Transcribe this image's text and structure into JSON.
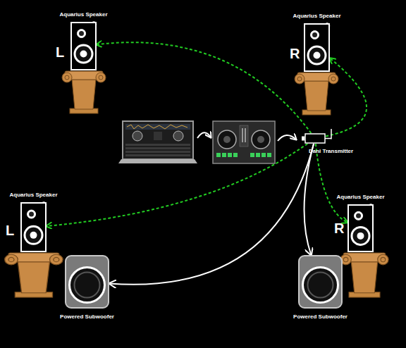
{
  "diagram": {
    "nodes": [
      {
        "text": [
          "Aquarius Speaker",
          "L"
        ]
      },
      {
        "text": [
          "Aquarius Speaker",
          "R"
        ]
      },
      {
        "text": [
          "Dani Transmitter"
        ]
      },
      {
        "text": [
          "Aquarius Speaker",
          "L"
        ]
      },
      {
        "text": [
          "Aquarius Speaker",
          "R"
        ]
      },
      {
        "text": [
          "Powered Subwoofer"
        ]
      },
      {
        "text": [
          "Powered Subwoofer"
        ]
      }
    ],
    "edges": [
      {
        "from": 2,
        "to": 0,
        "arrow": "to"
      },
      {
        "from": 2,
        "to": 1,
        "arrow": "to"
      },
      {
        "from": 2,
        "to": 3,
        "arrow": "to"
      },
      {
        "from": 2,
        "to": 4,
        "arrow": "to"
      },
      {
        "from": 2,
        "to": 5,
        "arrow": "to"
      },
      {
        "from": 2,
        "to": 6,
        "arrow": "to"
      }
    ]
  }
}
